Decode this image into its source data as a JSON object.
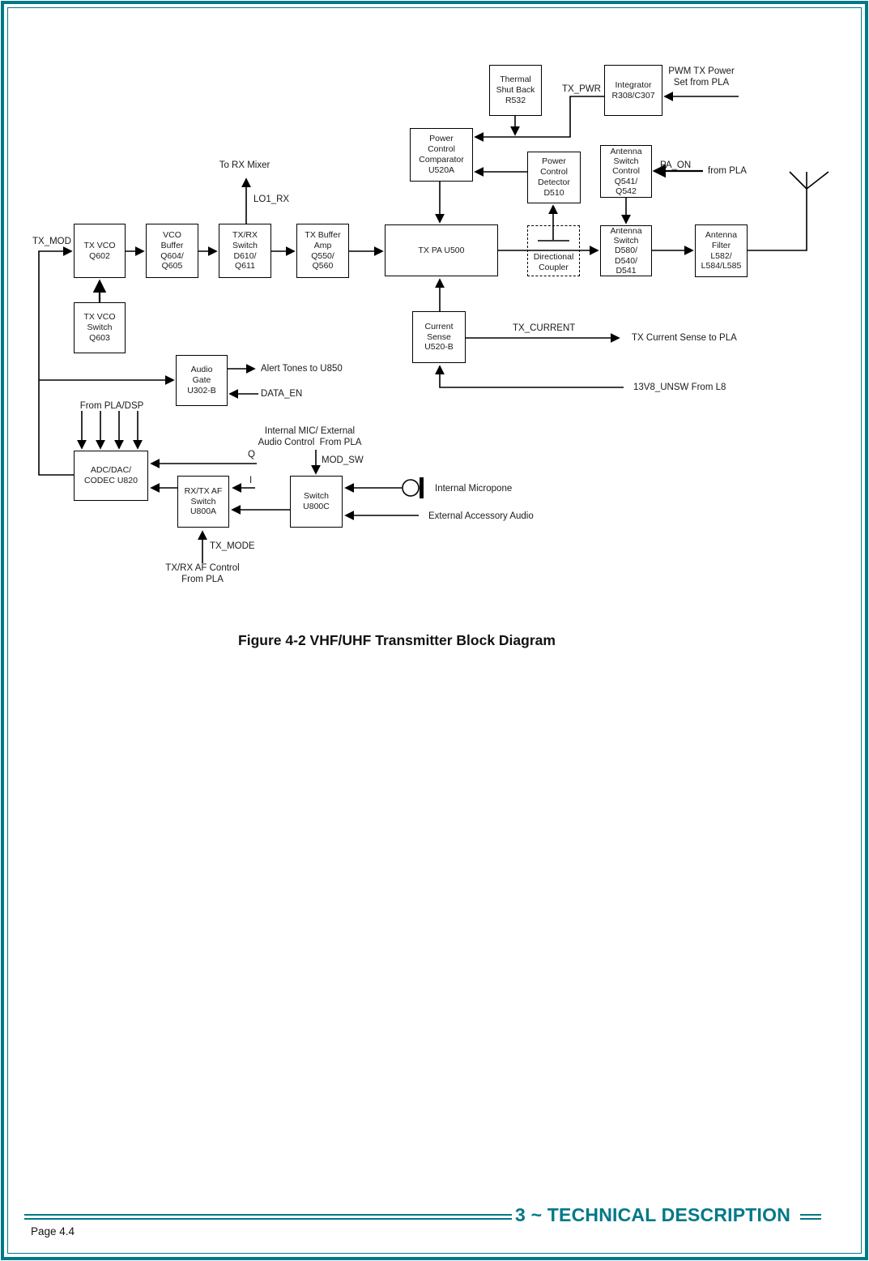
{
  "blocks": {
    "thermal_shutback": "Thermal\nShut Back\nR532",
    "integrator": "Integrator\nR308/C307",
    "power_control_comparator": "Power\nControl\nComparator\nU520A",
    "power_control_detector": "Power\nControl\nDetector\nD510",
    "antenna_switch_control": "Antenna\nSwitch\nControl\nQ541/\nQ542",
    "tx_vco": "TX VCO\nQ602",
    "vco_buffer": "VCO\nBuffer\nQ604/\nQ605",
    "tx_rx_switch": "TX/RX\nSwitch\nD610/\nQ611",
    "tx_buffer_amp": "TX Buffer\nAmp\nQ550/\nQ560",
    "tx_pa": "TX PA U500",
    "directional_coupler": "Directional\nCoupler",
    "antenna_switch": "Antenna\nSwitch\nD580/\nD540/\nD541",
    "antenna_filter": "Antenna\nFilter\nL582/\nL584/L585",
    "tx_vco_switch": "TX VCO\nSwitch\nQ603",
    "audio_gate": "Audio\nGate\nU302-B",
    "current_sense": "Current\nSense\nU520-B",
    "adc_dac_codec": "ADC/DAC/\nCODEC U820",
    "rx_tx_af_switch": "RX/TX AF\nSwitch\nU800A",
    "switch_u800c": "Switch\nU800C"
  },
  "labels": {
    "tx_mod": "TX_MOD",
    "to_rx_mixer": "To RX Mixer",
    "lo1_rx": "LO1_RX",
    "tx_pwr": "TX_PWR",
    "pwm_tx_power": "PWM TX Power\nSet from PLA",
    "pa_on": "PA_ON",
    "from_pla": "from PLA",
    "tx_current": "TX_CURRENT",
    "tx_current_sense_to_pla": "TX Current Sense to PLA",
    "v13v8_unsw": "13V8_UNSW From L8",
    "alert_tones": "Alert Tones to U850",
    "data_en": "DATA_EN",
    "from_pla_dsp": "From PLA/DSP",
    "q": "Q",
    "i": "I",
    "mod_sw": "MOD_SW",
    "internal_mic_control": "Internal MIC/ External\nAudio Control  From PLA",
    "internal_microphone": "Internal Micropone",
    "external_accessory_audio": "External Accessory Audio",
    "tx_mode": "TX_MODE",
    "tx_rx_af_control": "TX/RX AF Control\nFrom PLA"
  },
  "caption": "Figure 4-2 VHF/UHF Transmitter Block Diagram",
  "footer": {
    "section_title": "3 ~ TECHNICAL DESCRIPTION",
    "page_number": "Page 4.4"
  },
  "colors": {
    "accent_teal": "#007888",
    "line_color": "#000000"
  },
  "icons": {
    "microphone": "microphone-icon",
    "antenna": "antenna-icon",
    "coupler_symbol": "directional-coupler-icon"
  }
}
